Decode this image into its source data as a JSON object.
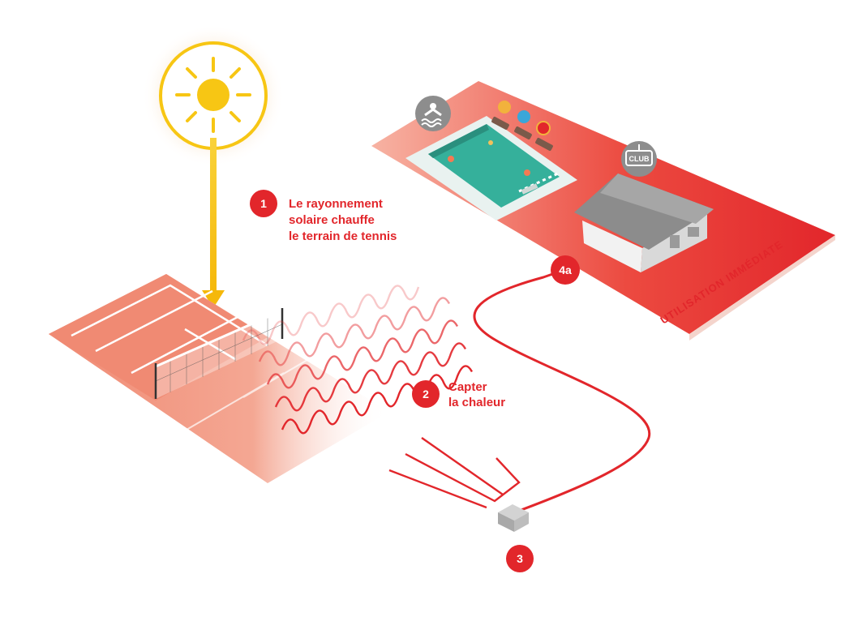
{
  "colors": {
    "accent": "#e2262b",
    "court": "#f08a73",
    "court_light": "#f6b9a8",
    "sun": "#f7c614",
    "sun_glow": "#fbe6cc",
    "pool": "#3db3a0",
    "roof": "#8c8c8c",
    "box": "#b5b5b5"
  },
  "steps": [
    {
      "number": "1",
      "lines": [
        "Le rayonnement",
        "solaire chauffe",
        "le terrain de tennis"
      ]
    },
    {
      "number": "2",
      "lines": [
        "Capter",
        "la chaleur"
      ]
    },
    {
      "number": "3"
    },
    {
      "number": "4a"
    }
  ],
  "zone_label": "UTILISATION IMMÉDIATE",
  "club_sign": "CLUB",
  "icons": [
    "sun-icon",
    "pool-swimmer-icon",
    "club-sign-icon",
    "heat-exchanger-box"
  ]
}
